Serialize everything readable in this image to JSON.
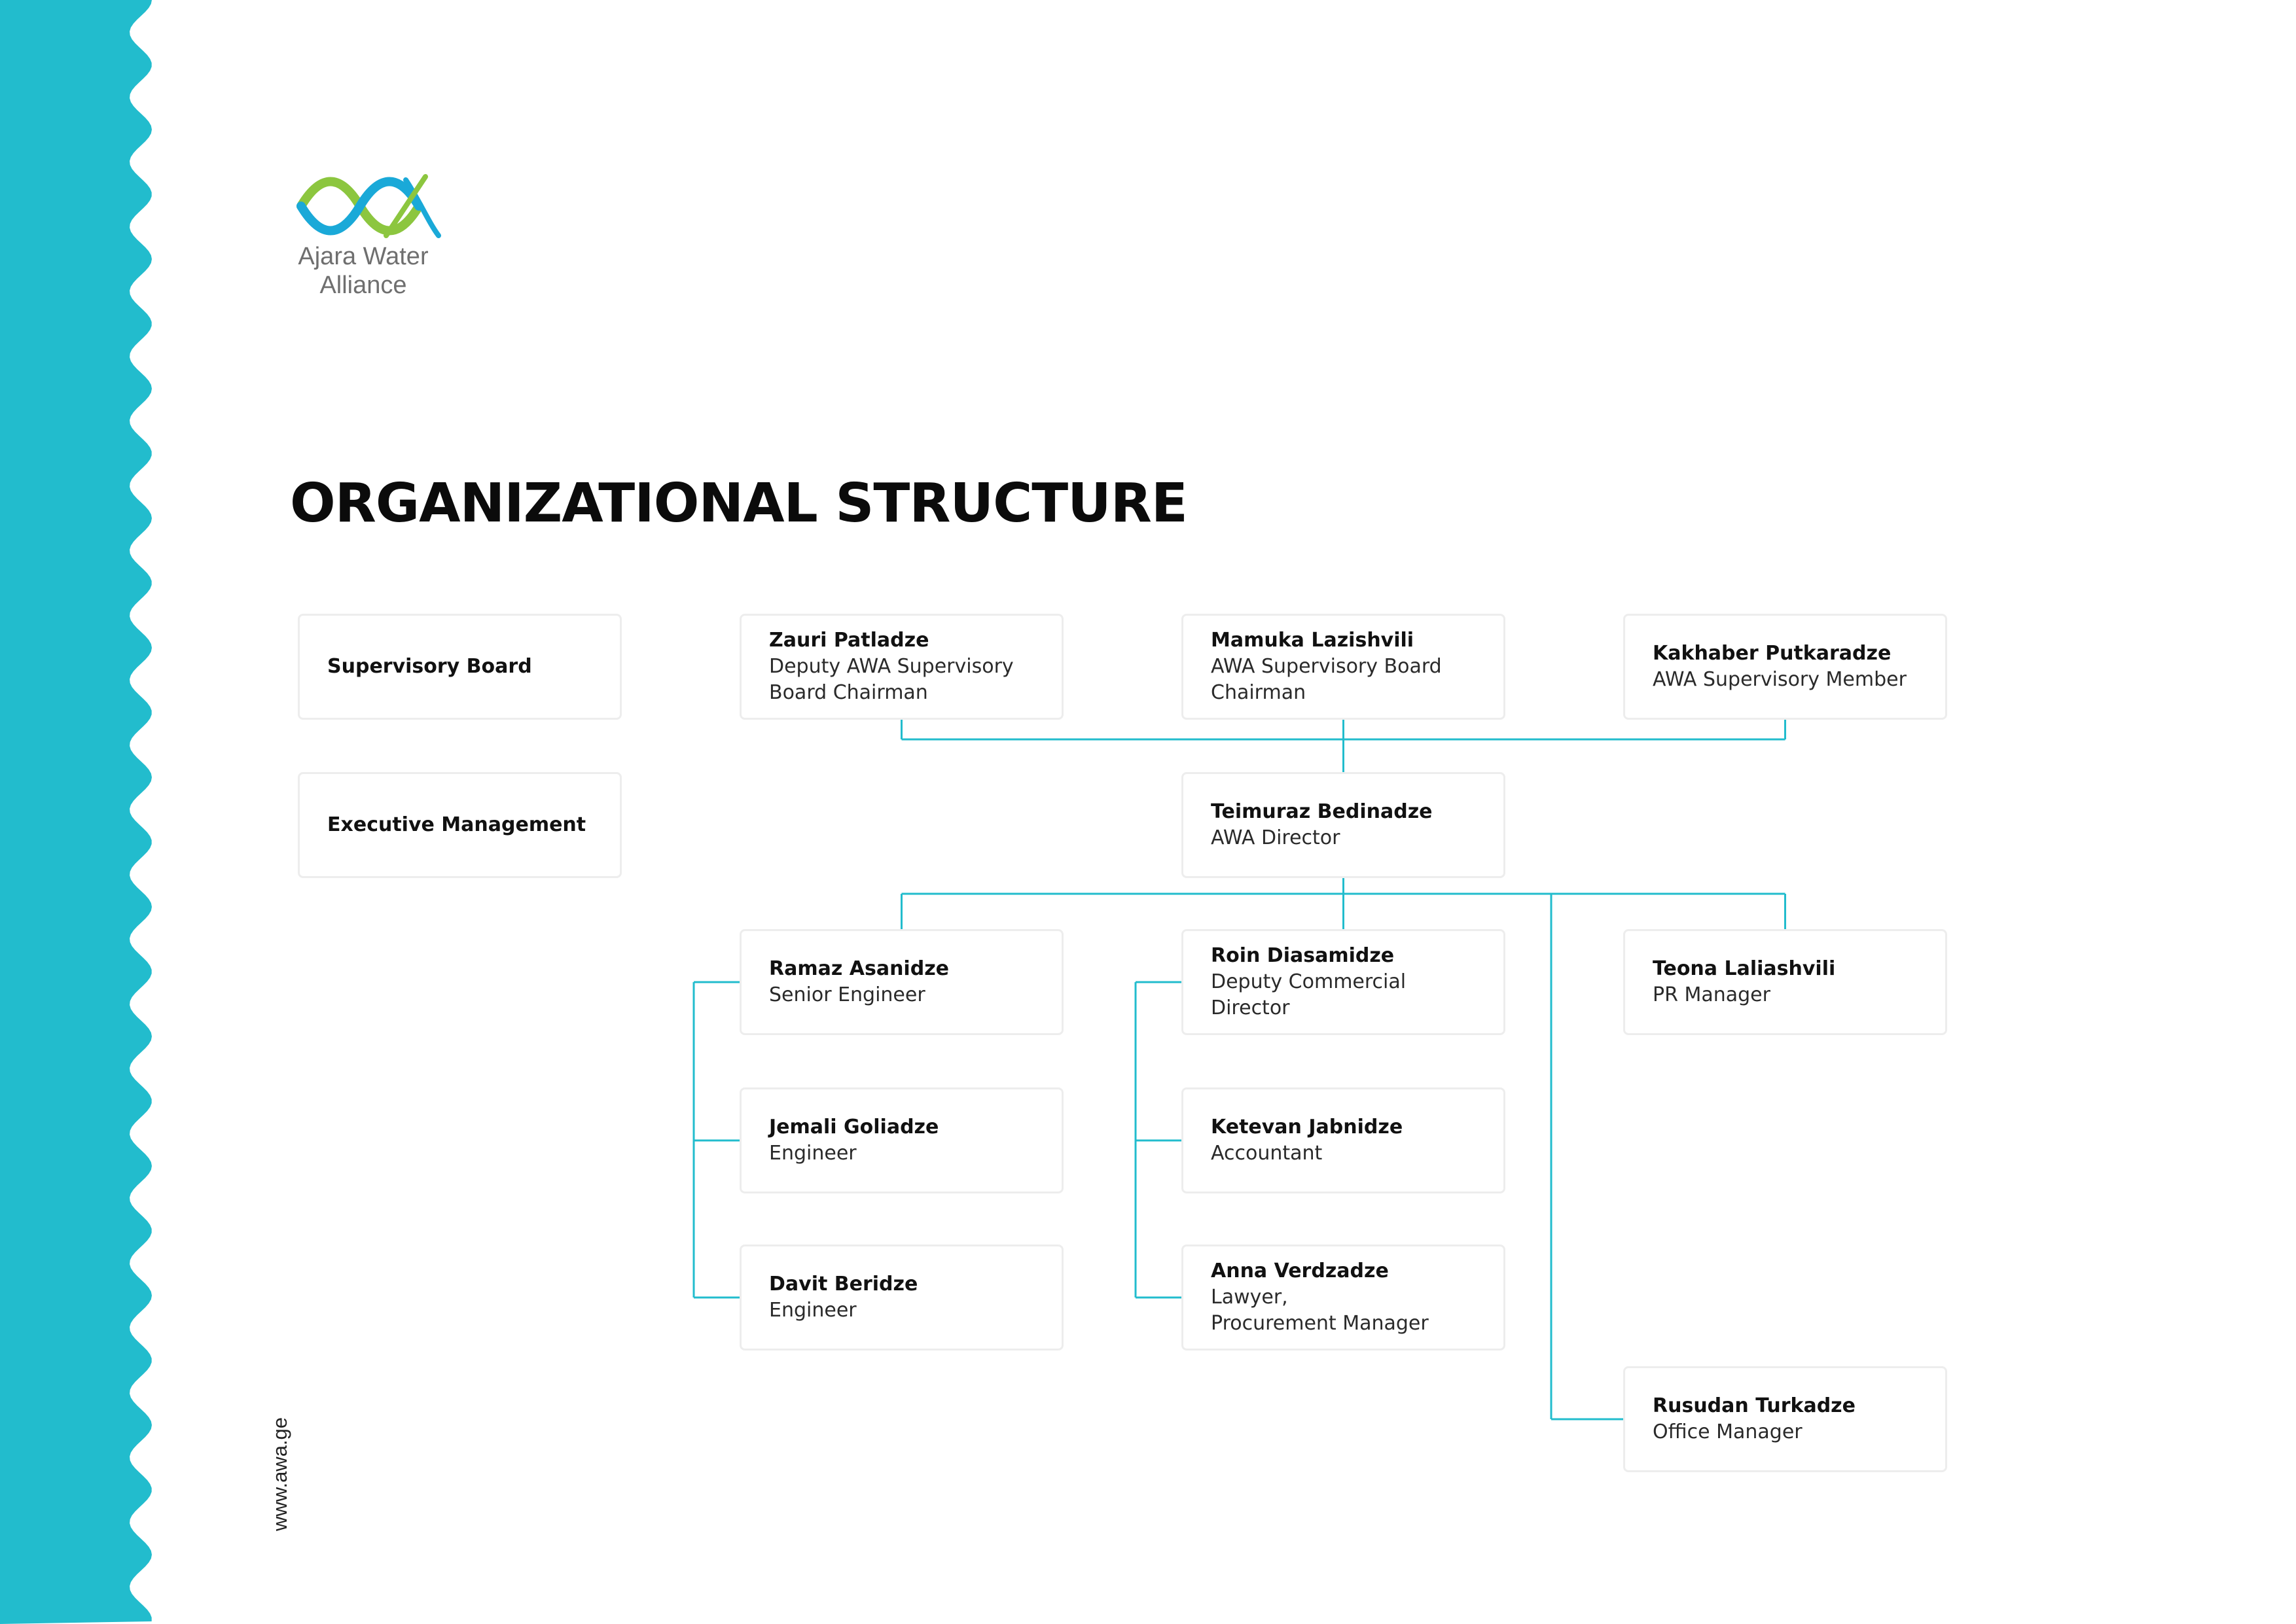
{
  "brand": {
    "name_line1": "Ajara Water",
    "name_line2": "Alliance",
    "accent_color": "#22bccd",
    "green_color": "#8cc63f",
    "blue_color": "#1aa9d8",
    "website": "www.awa.ge"
  },
  "page": {
    "title": "ORGANIZATIONAL STRUCTURE"
  },
  "legend": {
    "supervisory_board": "Supervisory Board",
    "executive_management": "Executive Management"
  },
  "nodes": {
    "patladze": {
      "name": "Zauri Patladze",
      "role": [
        "Deputy AWA Supervisory",
        "Board Chairman"
      ]
    },
    "lazishvili": {
      "name": "Mamuka Lazishvili",
      "role": [
        "AWA Supervisory Board",
        "Chairman"
      ]
    },
    "putkaradze": {
      "name": "Kakhaber Putkaradze",
      "role": [
        "AWA Supervisory Member"
      ]
    },
    "bedinadze": {
      "name": "Teimuraz Bedinadze",
      "role": [
        "AWA Director"
      ]
    },
    "asanidze": {
      "name": "Ramaz Asanidze",
      "role": [
        "Senior Engineer"
      ]
    },
    "diasamidze": {
      "name": "Roin Diasamidze",
      "role": [
        "Deputy Commercial Director"
      ]
    },
    "laliashvili": {
      "name": "Teona Laliashvili",
      "role": [
        "PR Manager"
      ]
    },
    "goliadze": {
      "name": "Jemali Goliadze",
      "role": [
        "Engineer"
      ]
    },
    "jabnidze": {
      "name": "Ketevan Jabnidze",
      "role": [
        "Accountant"
      ]
    },
    "beridze": {
      "name": "Davit Beridze",
      "role": [
        "Engineer"
      ]
    },
    "verdzadze": {
      "name": "Anna Verdzadze",
      "role": [
        "Lawyer,",
        "Procurement Manager"
      ]
    },
    "turkadze": {
      "name": "Rusudan Turkadze",
      "role": [
        "Office Manager"
      ]
    }
  },
  "edges": [
    [
      "lazishvili",
      "patladze"
    ],
    [
      "lazishvili",
      "putkaradze"
    ],
    [
      "lazishvili",
      "bedinadze"
    ],
    [
      "bedinadze",
      "asanidze"
    ],
    [
      "bedinadze",
      "diasamidze"
    ],
    [
      "bedinadze",
      "laliashvili"
    ],
    [
      "bedinadze",
      "turkadze"
    ],
    [
      "asanidze",
      "goliadze"
    ],
    [
      "asanidze",
      "beridze"
    ],
    [
      "diasamidze",
      "jabnidze"
    ],
    [
      "diasamidze",
      "verdzadze"
    ]
  ]
}
